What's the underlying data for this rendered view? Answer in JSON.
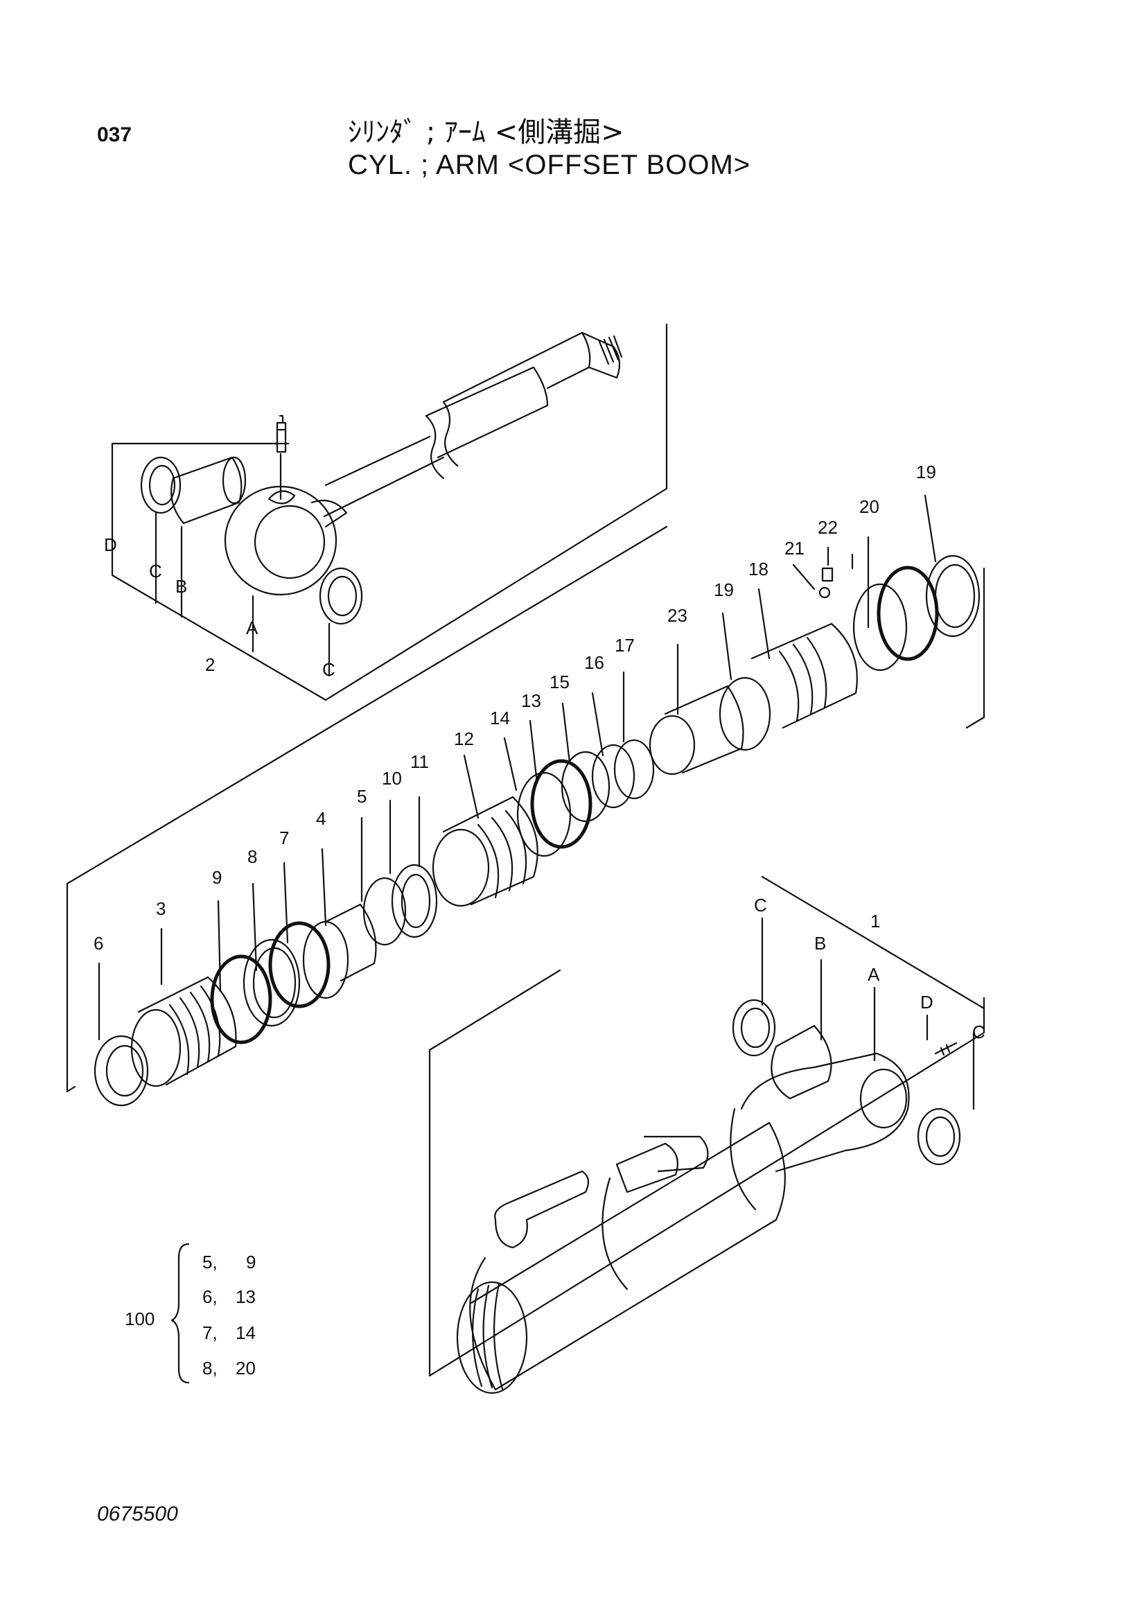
{
  "header": {
    "page_number": "037",
    "title_jp": "ｼﾘﾝﾀﾞ ; ｱｰﾑ <側溝掘>",
    "title_en": "CYL. ; ARM <OFFSET BOOM>"
  },
  "footer": {
    "drawing_number": "0675500"
  },
  "callouts": {
    "n1": "1",
    "n2": "2",
    "n3": "3",
    "n4": "4",
    "n5": "5",
    "n6": "6",
    "n7": "7",
    "n8": "8",
    "n9": "9",
    "n10": "10",
    "n11": "11",
    "n12": "12",
    "n13": "13",
    "n14": "14",
    "n15": "15",
    "n16": "16",
    "n17": "17",
    "n18": "18",
    "n19": "19",
    "n20": "20",
    "n21": "21",
    "n22": "22",
    "n23": "23",
    "A": "A",
    "B": "B",
    "C": "C",
    "D": "D"
  },
  "kit": {
    "number": "100",
    "rows": [
      {
        "a": "5,",
        "b": "9"
      },
      {
        "a": "6,",
        "b": "13"
      },
      {
        "a": "7,",
        "b": "14"
      },
      {
        "a": "8,",
        "b": "20"
      }
    ]
  }
}
